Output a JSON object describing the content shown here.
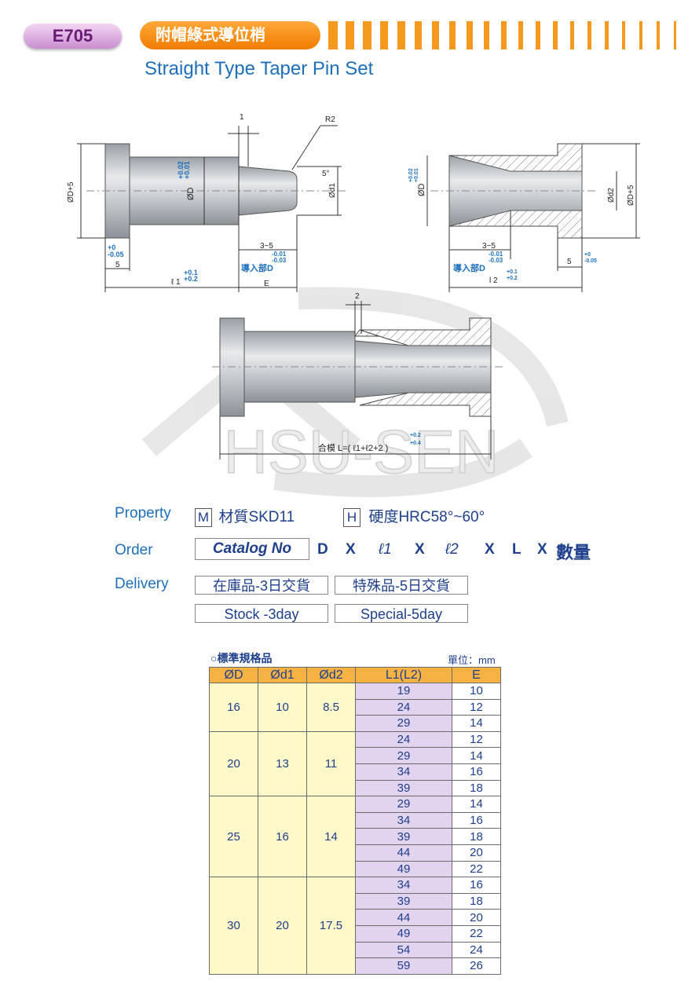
{
  "header": {
    "code": "E705",
    "title_zh": "附帽綠式導位梢",
    "title_en": "Straight Type Taper Pin Set"
  },
  "drawing": {
    "labels": {
      "d5": "ØD+5",
      "d": "ØD",
      "d_tol_top": "+0.02",
      "d_tol_bot": "+0.01",
      "d1": "Ød1",
      "d2": "Ød2",
      "r2": "R2",
      "one": "1",
      "five_deg": "5°",
      "tol_0": "+0",
      "tol_005": "-0.05",
      "five": "5",
      "l1": "ℓ 1",
      "l1_tol_top": "+0.1",
      "l1_tol_bot": "+0.2",
      "l2": "l 2",
      "e": "E",
      "three_five": "3~5",
      "d1_tol_top": "-0.01",
      "d1_tol_bot": "-0.03",
      "guide_zh": "導入部D",
      "two": "2",
      "fit_zh": "合模 L=( ℓ1+ℓ2+2 )",
      "fit_tol_top": "+0.2",
      "fit_tol_bot": "+0.4"
    },
    "watermark": "HSU-SEN"
  },
  "property": {
    "label": "Property",
    "m_badge": "M",
    "material": "材質SKD11",
    "h_badge": "H",
    "hardness": "硬度HRC58°~60°"
  },
  "order": {
    "label": "Order",
    "catalog": "Catalog No",
    "tokens": [
      "D",
      "X",
      "ℓ1",
      "X",
      "ℓ2",
      "X",
      "L",
      "X",
      "數量"
    ]
  },
  "delivery": {
    "label": "Delivery",
    "stock_zh": "在庫品-3日交貨",
    "special_zh": "特殊品-5日交貨",
    "stock_en": "Stock -3day",
    "special_en": "Special-5day"
  },
  "table": {
    "caption": "○標準規格品",
    "unit": "單位：mm",
    "headers": [
      "ØD",
      "Ød1",
      "Ød2",
      "L1(L2)",
      "E"
    ],
    "groups": [
      {
        "D": "16",
        "d1": "10",
        "d2": "8.5",
        "rows": [
          [
            "19",
            "10"
          ],
          [
            "24",
            "12"
          ],
          [
            "29",
            "14"
          ]
        ]
      },
      {
        "D": "20",
        "d1": "13",
        "d2": "11",
        "rows": [
          [
            "24",
            "12"
          ],
          [
            "29",
            "14"
          ],
          [
            "34",
            "16"
          ],
          [
            "39",
            "18"
          ]
        ]
      },
      {
        "D": "25",
        "d1": "16",
        "d2": "14",
        "rows": [
          [
            "29",
            "14"
          ],
          [
            "34",
            "16"
          ],
          [
            "39",
            "18"
          ],
          [
            "44",
            "20"
          ],
          [
            "49",
            "22"
          ]
        ]
      },
      {
        "D": "30",
        "d1": "20",
        "d2": "17.5",
        "rows": [
          [
            "34",
            "16"
          ],
          [
            "39",
            "18"
          ],
          [
            "44",
            "20"
          ],
          [
            "49",
            "22"
          ],
          [
            "54",
            "24"
          ],
          [
            "59",
            "26"
          ]
        ]
      }
    ]
  },
  "colors": {
    "accent_orange": "#f07c00",
    "pill_purple": "#c98ed1",
    "text_blue": "#1d3f8c",
    "header_cell": "#f7b244",
    "yellow_cell": "#fff8c8",
    "lilac_cell": "#e2d3ee"
  }
}
